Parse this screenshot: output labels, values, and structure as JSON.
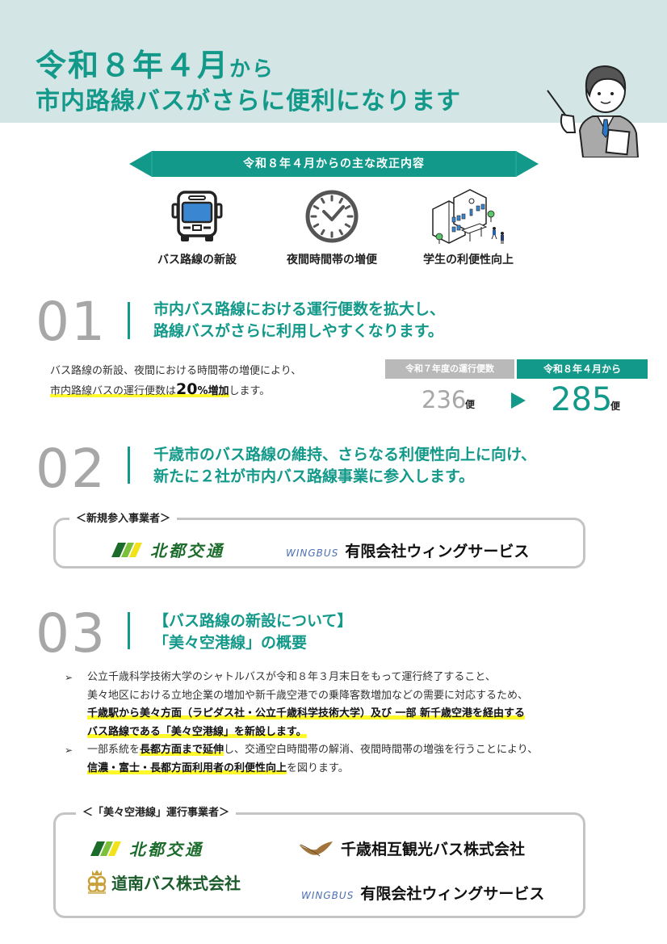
{
  "hero": {
    "title_line1_main": "令和８年４月",
    "title_line1_suffix": "から",
    "title_line2": "市内路線バスがさらに便利になります"
  },
  "banner": {
    "label": "令和８年４月からの主な改正内容"
  },
  "features": [
    {
      "icon": "bus-icon",
      "label": "バス路線の新設"
    },
    {
      "icon": "clock-icon",
      "label": "夜間時間帯の増便"
    },
    {
      "icon": "school-icon",
      "label": "学生の利便性向上"
    }
  ],
  "section1": {
    "number": "01",
    "heading_line1": "市内バス路線における運行便数を拡大し、",
    "heading_line2": "路線バスがさらに利用しやすくなります。",
    "body_line1": "バス路線の新設、夜間における時間帯の増便により、",
    "body_line2_prefix": "市内路線バスの運行便数は",
    "body_line2_num": "20",
    "body_line2_pct": "%",
    "body_line2_bold": "増加",
    "body_line2_suffix": "します。",
    "compare": {
      "old_header": "令和７年度の運行便数",
      "new_header": "令和８年４月から",
      "old_value": "236",
      "new_value": "285",
      "unit": "便",
      "colors": {
        "old": "#a7a7a7",
        "new": "#13998a"
      }
    }
  },
  "section2": {
    "number": "02",
    "heading_line1": "千歳市のバス路線の維持、さらなる利便性向上に向け、",
    "heading_line2": "新たに２社が市内バス路線事業に参入します。",
    "box_caption": "＜新規参入事業者＞",
    "operators": [
      {
        "logo": "hokuto-kotsu-logo",
        "name": "北都交通"
      },
      {
        "logo": "wingbus-logo",
        "brand": "WINGBUS",
        "name": "有限会社ウィングサービス"
      }
    ]
  },
  "section3": {
    "number": "03",
    "heading_line1": "【バス路線の新設について】",
    "heading_line2": "「美々空港線」の概要",
    "bullet_symbol": "➢",
    "lines": [
      "公立千歳科学技術大学のシャトルバスが令和８年３月末日をもって運行終了すること、",
      "美々地区における立地企業の増加や新千歳空港での乗降客数増加などの需要に対応するため、",
      "千歳駅から美々方面（ラピダス社・公立千歳科学技術大学）及び 一部 新千歳空港を経由する",
      "バス路線である「美々空港線」を新設します。"
    ],
    "bullet2_prefix": "一部系統を",
    "bullet2_bold": "長都方面まで延伸",
    "bullet2_suffix": "し、交通空白時間帯の解消、夜間時間帯の増強を行うことにより、",
    "bullet2_line2_bold": "信濃・富士・長都方面利用者の利便性向上",
    "bullet2_line2_suffix": "を図ります。",
    "box_caption": "＜「美々空港線」運行事業者＞",
    "operators": [
      {
        "logo": "hokuto-kotsu-logo",
        "name": "北都交通"
      },
      {
        "logo": "chitose-sogo-logo",
        "name": "千歳相互観光バス株式会社"
      },
      {
        "logo": "donan-bus-logo",
        "name": "道南バス株式会社"
      },
      {
        "logo": "wingbus-logo",
        "brand": "WINGBUS",
        "name": "有限会社ウィングサービス"
      }
    ]
  },
  "colors": {
    "teal": "#13998a",
    "hero_bg": "#d3e6e5",
    "gray_number": "#a7a7a7",
    "highlight": "#fff82a"
  }
}
